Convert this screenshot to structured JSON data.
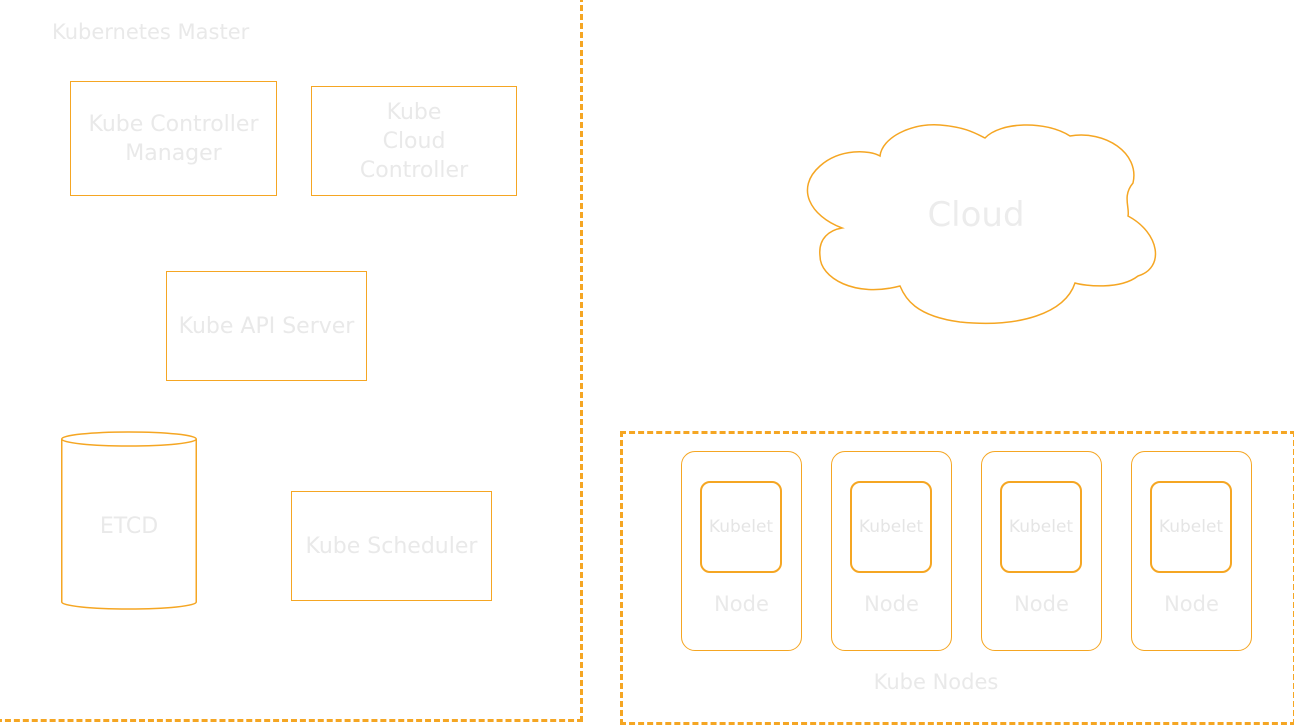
{
  "colors": {
    "accent": "#f5a623",
    "text": "#e9e9e9",
    "background": "#ffffff"
  },
  "master": {
    "title": "Kubernetes Master",
    "controller_manager": "Kube Controller Manager",
    "cloud_controller": "Kube Cloud Controller",
    "api_server": "Kube API Server",
    "etcd": "ETCD",
    "scheduler": "Kube Scheduler"
  },
  "cloud": {
    "label": "Cloud",
    "icon": "cloud-icon"
  },
  "nodes_region": {
    "title": "Kube Nodes",
    "nodes": [
      {
        "kubelet": "Kubelet",
        "label": "Node"
      },
      {
        "kubelet": "Kubelet",
        "label": "Node"
      },
      {
        "kubelet": "Kubelet",
        "label": "Node"
      },
      {
        "kubelet": "Kubelet",
        "label": "Node"
      }
    ]
  }
}
